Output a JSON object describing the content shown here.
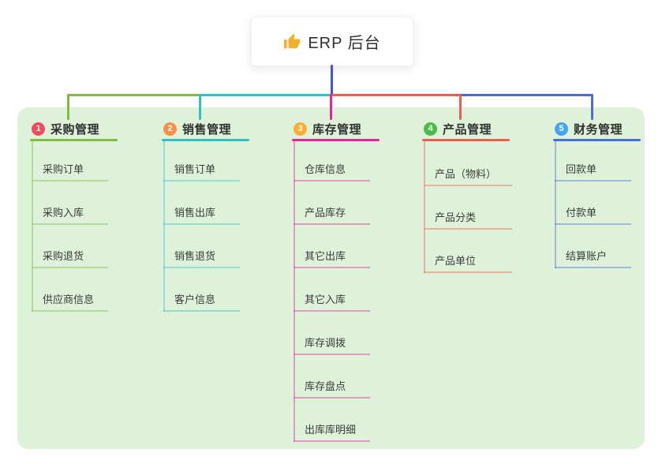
{
  "root": {
    "title": "ERP 后台",
    "icon": "thumbs-up-icon"
  },
  "theme": {
    "panel_bg": "#def2d9",
    "root_connector": "#4553d6",
    "icon_color": "#f3b02e"
  },
  "branches": [
    {
      "badge": "1",
      "badge_color": "#f6495f",
      "label": "采购管理",
      "line_color": "#82bb3f",
      "children": [
        "采购订单",
        "采购入库",
        "采购退货",
        "供应商信息"
      ]
    },
    {
      "badge": "2",
      "badge_color": "#fb8f44",
      "label": "销售管理",
      "line_color": "#2ec2c6",
      "children": [
        "销售订单",
        "销售出库",
        "销售退货",
        "客户信息"
      ]
    },
    {
      "badge": "3",
      "badge_color": "#ffac30",
      "label": "库存管理",
      "line_color": "#e6239d",
      "children": [
        "仓库信息",
        "产品库存",
        "其它出库",
        "其它入库",
        "库存调拨",
        "库存盘点",
        "出库库明细"
      ]
    },
    {
      "badge": "4",
      "badge_color": "#4dbb4a",
      "label": "产品管理",
      "line_color": "#f25a52",
      "children": [
        "产品（物料）",
        "产品分类",
        "产品单位"
      ]
    },
    {
      "badge": "5",
      "badge_color": "#43a3f7",
      "label": "财务管理",
      "line_color": "#4a6bdb",
      "children": [
        "回款单",
        "付款单",
        "结算账户"
      ]
    }
  ]
}
